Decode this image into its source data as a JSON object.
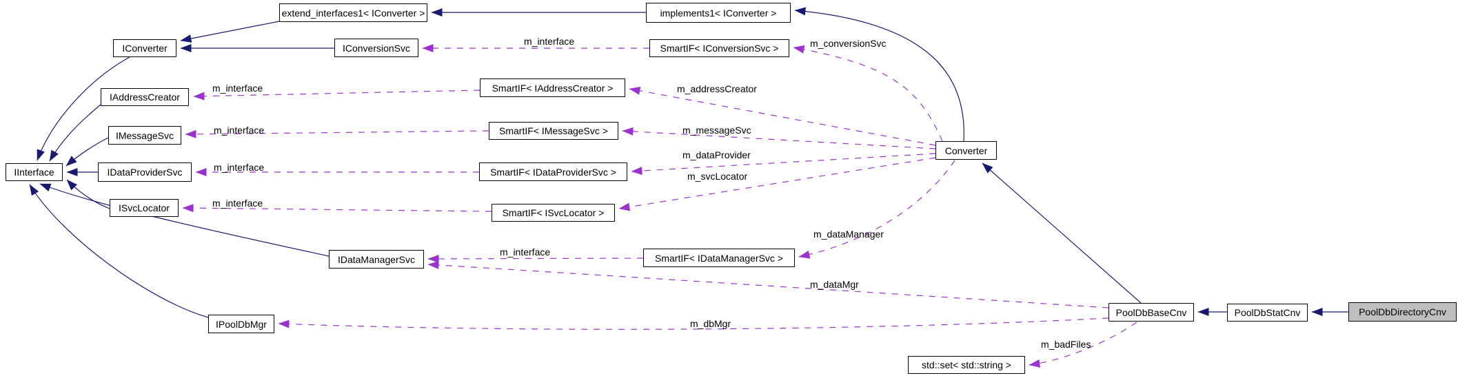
{
  "diagram": {
    "type": "collaboration-diagram",
    "focus_class": "PoolDbDirectoryCnv",
    "colors": {
      "inheritance_edge": "#191970",
      "usage_edge": "#9a32cd",
      "node_fill": "#ffffff",
      "focus_node_fill": "#bfbfbf",
      "node_border": "#000000"
    },
    "nodes": [
      {
        "label": "extend_interfaces1< IConverter >"
      },
      {
        "label": "implements1< IConverter >"
      },
      {
        "label": "IConverter"
      },
      {
        "label": "IConversionSvc"
      },
      {
        "label": "SmartIF< IConversionSvc >"
      },
      {
        "label": "IAddressCreator"
      },
      {
        "label": "SmartIF< IAddressCreator >"
      },
      {
        "label": "IMessageSvc"
      },
      {
        "label": "SmartIF< IMessageSvc >"
      },
      {
        "label": "IInterface"
      },
      {
        "label": "IDataProviderSvc"
      },
      {
        "label": "SmartIF< IDataProviderSvc >"
      },
      {
        "label": "ISvcLocator"
      },
      {
        "label": "SmartIF< ISvcLocator >"
      },
      {
        "label": "Converter"
      },
      {
        "label": "IDataManagerSvc"
      },
      {
        "label": "SmartIF< IDataManagerSvc >"
      },
      {
        "label": "IPoolDbMgr"
      },
      {
        "label": "PoolDbBaseCnv"
      },
      {
        "label": "PoolDbStatCnv"
      },
      {
        "label": "PoolDbDirectoryCnv"
      },
      {
        "label": "std::set< std::string >"
      }
    ],
    "edge_labels": [
      {
        "text": "m_interface"
      },
      {
        "text": "m_conversionSvc"
      },
      {
        "text": "m_addressCreator"
      },
      {
        "text": "m_interface"
      },
      {
        "text": "m_messageSvc"
      },
      {
        "text": "m_interface"
      },
      {
        "text": "m_dataProvider"
      },
      {
        "text": "m_interface"
      },
      {
        "text": "m_svcLocator"
      },
      {
        "text": "m_interface"
      },
      {
        "text": "m_dataManager"
      },
      {
        "text": "m_interface"
      },
      {
        "text": "m_dataMgr"
      },
      {
        "text": "m_dbMgr"
      },
      {
        "text": "m_badFiles"
      }
    ],
    "edges": [
      {
        "from": "implements1< IConverter >",
        "to": "extend_interfaces1< IConverter >",
        "relation": "inheritance"
      },
      {
        "from": "extend_interfaces1< IConverter >",
        "to": "IConverter",
        "relation": "inheritance"
      },
      {
        "from": "IConversionSvc",
        "to": "IConverter",
        "relation": "inheritance"
      },
      {
        "from": "IConverter",
        "to": "IInterface",
        "relation": "inheritance"
      },
      {
        "from": "IAddressCreator",
        "to": "IInterface",
        "relation": "inheritance"
      },
      {
        "from": "IMessageSvc",
        "to": "IInterface",
        "relation": "inheritance"
      },
      {
        "from": "IDataProviderSvc",
        "to": "IInterface",
        "relation": "inheritance"
      },
      {
        "from": "ISvcLocator",
        "to": "IInterface",
        "relation": "inheritance"
      },
      {
        "from": "IDataManagerSvc",
        "to": "IInterface",
        "relation": "inheritance"
      },
      {
        "from": "IPoolDbMgr",
        "to": "IInterface",
        "relation": "inheritance"
      },
      {
        "from": "Converter",
        "to": "implements1< IConverter >",
        "relation": "inheritance"
      },
      {
        "from": "PoolDbBaseCnv",
        "to": "Converter",
        "relation": "inheritance"
      },
      {
        "from": "PoolDbStatCnv",
        "to": "PoolDbBaseCnv",
        "relation": "inheritance"
      },
      {
        "from": "PoolDbDirectoryCnv",
        "to": "PoolDbStatCnv",
        "relation": "inheritance"
      },
      {
        "from": "SmartIF< IConversionSvc >",
        "to": "IConversionSvc",
        "relation": "usage",
        "label": "m_interface"
      },
      {
        "from": "SmartIF< IAddressCreator >",
        "to": "IAddressCreator",
        "relation": "usage",
        "label": "m_interface"
      },
      {
        "from": "SmartIF< IMessageSvc >",
        "to": "IMessageSvc",
        "relation": "usage",
        "label": "m_interface"
      },
      {
        "from": "SmartIF< IDataProviderSvc >",
        "to": "IDataProviderSvc",
        "relation": "usage",
        "label": "m_interface"
      },
      {
        "from": "SmartIF< ISvcLocator >",
        "to": "ISvcLocator",
        "relation": "usage",
        "label": "m_interface"
      },
      {
        "from": "SmartIF< IDataManagerSvc >",
        "to": "IDataManagerSvc",
        "relation": "usage",
        "label": "m_interface"
      },
      {
        "from": "Converter",
        "to": "SmartIF< IConversionSvc >",
        "relation": "usage",
        "label": "m_conversionSvc"
      },
      {
        "from": "Converter",
        "to": "SmartIF< IAddressCreator >",
        "relation": "usage",
        "label": "m_addressCreator"
      },
      {
        "from": "Converter",
        "to": "SmartIF< IMessageSvc >",
        "relation": "usage",
        "label": "m_messageSvc"
      },
      {
        "from": "Converter",
        "to": "SmartIF< IDataProviderSvc >",
        "relation": "usage",
        "label": "m_dataProvider"
      },
      {
        "from": "Converter",
        "to": "SmartIF< ISvcLocator >",
        "relation": "usage",
        "label": "m_svcLocator"
      },
      {
        "from": "Converter",
        "to": "SmartIF< IDataManagerSvc >",
        "relation": "usage",
        "label": "m_dataManager"
      },
      {
        "from": "PoolDbBaseCnv",
        "to": "IDataManagerSvc",
        "relation": "usage",
        "label": "m_dataMgr"
      },
      {
        "from": "PoolDbBaseCnv",
        "to": "IPoolDbMgr",
        "relation": "usage",
        "label": "m_dbMgr"
      },
      {
        "from": "PoolDbBaseCnv",
        "to": "std::set< std::string >",
        "relation": "usage",
        "label": "m_badFiles"
      }
    ]
  }
}
